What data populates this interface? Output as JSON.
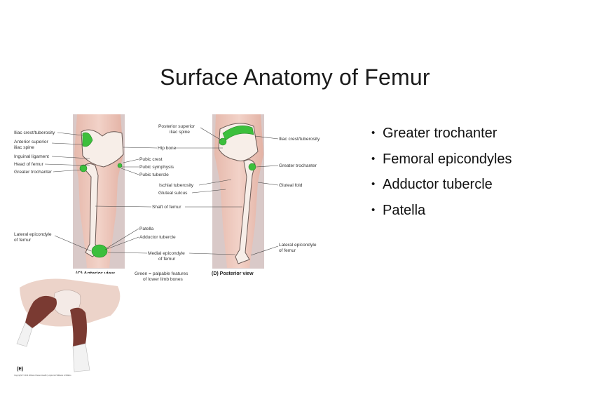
{
  "slide": {
    "title": "Surface Anatomy of Femur",
    "bullets": [
      "Greater trochanter",
      "Femoral epicondyles",
      "Adductor tubercle",
      "Patella"
    ]
  },
  "figure": {
    "anterior": {
      "left_labels": [
        "Iliac crest/tuberosity",
        "Anterior superior",
        "iliac spine",
        "Inguinal ligament",
        "Head of femur",
        "Greater trochanter",
        "Lateral epicondyle",
        "of femur"
      ],
      "right_labels": [
        "Pubic crest",
        "Pubic symphysis",
        "Pubic tubercle",
        "Patella",
        "Adductor tubercle"
      ],
      "caption": "(C) Anterior view"
    },
    "middle_labels": [
      "Hip bone",
      "Shaft of femur",
      "Medial epicondyle",
      "of femur"
    ],
    "posterior": {
      "left_labels": [
        "Posterior superior",
        "iliac spine",
        "Ischial tuberosity",
        "Gluteal sulcus"
      ],
      "right_labels": [
        "Iliac crest/tuberosity",
        "Greater trochanter",
        "Gluteal fold",
        "Lateral epicondyle",
        "of femur"
      ],
      "caption": "(D) Posterior view"
    },
    "legend": [
      "Green = palpable features",
      "of lower limb bones"
    ],
    "photo_caption": "(E)",
    "copyright": "Copyright © 2014 Wolters Kluwer Health | Lippincott Williams & Wilkins"
  },
  "colors": {
    "skin": "#e8c4b8",
    "panel": "#d9c9c8",
    "palpable": "#3cbf3c",
    "glove": "#7a3a32"
  }
}
